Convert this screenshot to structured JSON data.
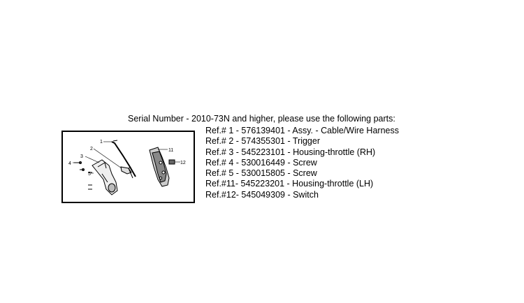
{
  "heading": "Serial Number - 2010-73N and higher, please use the following parts:",
  "parts": [
    "Ref.# 1 - 576139401 - Assy. - Cable/Wire Harness",
    "Ref.# 2 - 574355301 - Trigger",
    "Ref.# 3 - 545223101 - Housing-throttle (RH)",
    "Ref.# 4 - 530016449 - Screw",
    "Ref.# 5 - 530015805 - Screw",
    "Ref.#11- 545223201 - Housing-throttle (LH)",
    "Ref.#12- 545049309 - Switch"
  ],
  "diagram": {
    "callouts": [
      "1",
      "2",
      "3",
      "4",
      "5",
      "11",
      "12"
    ]
  }
}
